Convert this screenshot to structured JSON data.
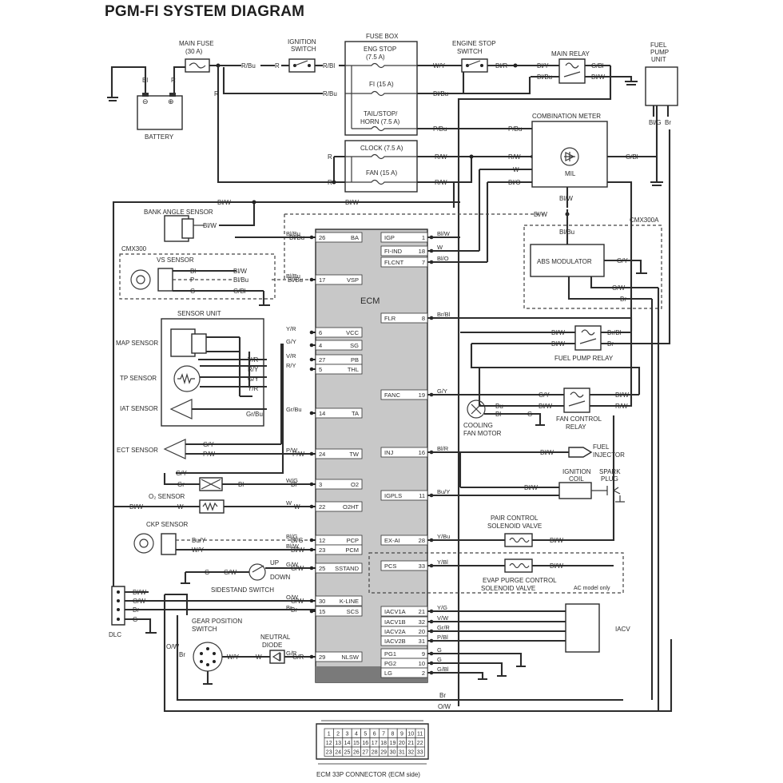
{
  "title": "PGM-FI SYSTEM DIAGRAM",
  "components": {
    "main_fuse": "MAIN FUSE",
    "main_fuse_rating": "(30 A)",
    "ignition_switch": "IGNITION",
    "ignition_switch2": "SWITCH",
    "fuse_box": "FUSE BOX",
    "eng_stop_fuse": "ENG STOP",
    "eng_stop_rating": "(7.5 A)",
    "fi_fuse": "FI (15 A)",
    "tail_fuse": "TAIL/STOP/",
    "tail_fuse2": "HORN (7.5 A)",
    "clock_fuse": "CLOCK (7.5 A)",
    "fan_fuse": "FAN (15 A)",
    "engine_stop_switch": "ENGINE STOP",
    "engine_stop_switch2": "SWITCH",
    "main_relay": "MAIN RELAY",
    "fuel_pump_unit": "FUEL",
    "fuel_pump_unit2": "PUMP",
    "fuel_pump_unit3": "UNIT",
    "battery": "BATTERY",
    "combination_meter": "COMBINATION METER",
    "mil": "MIL",
    "bank_angle_sensor": "BANK ANGLE SENSOR",
    "cmx300": "CMX300",
    "cmx300a": "CMX300A",
    "vs_sensor": "VS SENSOR",
    "sensor_unit": "SENSOR UNIT",
    "map_sensor": "MAP SENSOR",
    "tp_sensor": "TP SENSOR",
    "iat_sensor": "IAT SENSOR",
    "ect_sensor": "ECT SENSOR",
    "o2_sensor": "O₂ SENSOR",
    "ckp_sensor": "CKP SENSOR",
    "sidestand_switch": "SIDESTAND SWITCH",
    "up": "UP",
    "down": "DOWN",
    "dlc": "DLC",
    "gear_position_switch": "GEAR POSITION",
    "gear_position_switch2": "SWITCH",
    "neutral_diode": "NEUTRAL",
    "neutral_diode2": "DIODE",
    "ecm": "ECM",
    "abs_modulator": "ABS MODULATOR",
    "fuel_pump_relay": "FUEL PUMP RELAY",
    "cooling_fan_motor": "COOLING",
    "cooling_fan_motor2": "FAN MOTOR",
    "fan_control_relay": "FAN CONTROL",
    "fan_control_relay2": "RELAY",
    "fuel_injector": "FUEL",
    "fuel_injector2": "INJECTOR",
    "ignition_coil": "IGNITION",
    "ignition_coil2": "COIL",
    "spark_plug": "SPARK",
    "spark_plug2": "PLUG",
    "pair_valve": "PAIR CONTROL",
    "pair_valve2": "SOLENOID VALVE",
    "evap_valve": "EVAP PURGE CONTROL",
    "evap_valve2": "SOLENOID VALVE",
    "ac_model_only": "AC model only",
    "iacv": "IACV",
    "connector_caption": "ECM 33P CONNECTOR (ECM side)"
  },
  "ecm_left_pins": [
    {
      "num": "26",
      "name": "BA",
      "wire": "Bl/Bu"
    },
    {
      "num": "17",
      "name": "VSP",
      "wire": "Bl/Bu"
    },
    {
      "num": "6",
      "name": "VCC",
      "wire": "Y/R"
    },
    {
      "num": "4",
      "name": "SG",
      "wire": "G/Y"
    },
    {
      "num": "27",
      "name": "PB",
      "wire": "V/R"
    },
    {
      "num": "5",
      "name": "THL",
      "wire": "R/Y"
    },
    {
      "num": "14",
      "name": "TA",
      "wire": "Gr/Bu"
    },
    {
      "num": "24",
      "name": "TW",
      "wire": "P/W"
    },
    {
      "num": "3",
      "name": "O2",
      "wire": "W/G"
    },
    {
      "num": "22",
      "name": "O2HT",
      "wire": "W"
    },
    {
      "num": "12",
      "name": "PCP",
      "wire": "Bl/G"
    },
    {
      "num": "23",
      "name": "PCM",
      "wire": "Bl/W"
    },
    {
      "num": "25",
      "name": "SSTAND",
      "wire": "G/W"
    },
    {
      "num": "30",
      "name": "K-LINE",
      "wire": "O/W"
    },
    {
      "num": "15",
      "name": "SCS",
      "wire": "Br"
    },
    {
      "num": "29",
      "name": "NLSW",
      "wire": "G/R"
    }
  ],
  "ecm_right_pins": [
    {
      "num": "1",
      "name": "IGP",
      "wire": "Bl/W"
    },
    {
      "num": "18",
      "name": "FI-IND",
      "wire": "W"
    },
    {
      "num": "7",
      "name": "FLCNT",
      "wire": "Bl/O"
    },
    {
      "num": "8",
      "name": "FLR",
      "wire": "Br/Bl"
    },
    {
      "num": "19",
      "name": "FANC",
      "wire": "G/Y"
    },
    {
      "num": "16",
      "name": "INJ",
      "wire": "Bl/R"
    },
    {
      "num": "11",
      "name": "IGPLS",
      "wire": "Bu/Y"
    },
    {
      "num": "28",
      "name": "EX-AI",
      "wire": "Y/Bu"
    },
    {
      "num": "33",
      "name": "PCS",
      "wire": "Y/Bl"
    },
    {
      "num": "21",
      "name": "IACV1A",
      "wire": "Y/G"
    },
    {
      "num": "32",
      "name": "IACV1B",
      "wire": "V/W"
    },
    {
      "num": "20",
      "name": "IACV2A",
      "wire": "Gr/R"
    },
    {
      "num": "31",
      "name": "IACV2B",
      "wire": "P/Bl"
    },
    {
      "num": "9",
      "name": "PG1",
      "wire": "G"
    },
    {
      "num": "10",
      "name": "PG2",
      "wire": "G"
    },
    {
      "num": "2",
      "name": "LG",
      "wire": "G/Bl"
    }
  ],
  "wire_labels": {
    "bl": "Bl",
    "r": "R",
    "rbu": "R/Bu",
    "rbl": "R/Bl",
    "wy": "W/Y",
    "blr": "Bl/R",
    "bly": "Bl/Y",
    "gbl": "G/Bl",
    "blbu": "Bl/Bu",
    "blw": "Bl/W",
    "pbu": "P/Bu",
    "rw": "R/W",
    "w": "W",
    "blo": "Bl/O",
    "bl_g": "Bl/G",
    "br": "Br",
    "gy": "G/Y",
    "p": "P",
    "g": "G",
    "ow": "O/W",
    "brbl": "Br/Bl",
    "bu": "Bu",
    "gr": "Gr",
    "buy": "Bu/Y",
    "wy2": "W/Y",
    "gw": "G/W",
    "gr2": "G/R",
    "grbu": "Gr/Bu",
    "pw": "P/W",
    "yr": "Y/R",
    "vr": "V/R",
    "ry": "R/Y"
  },
  "connector_pins": [
    [
      "1",
      "2",
      "3",
      "4",
      "5",
      "6",
      "7",
      "8",
      "9",
      "10",
      "11"
    ],
    [
      "12",
      "13",
      "14",
      "15",
      "16",
      "17",
      "18",
      "19",
      "20",
      "21",
      "22"
    ],
    [
      "23",
      "24",
      "25",
      "26",
      "27",
      "28",
      "29",
      "30",
      "31",
      "32",
      "33"
    ]
  ]
}
